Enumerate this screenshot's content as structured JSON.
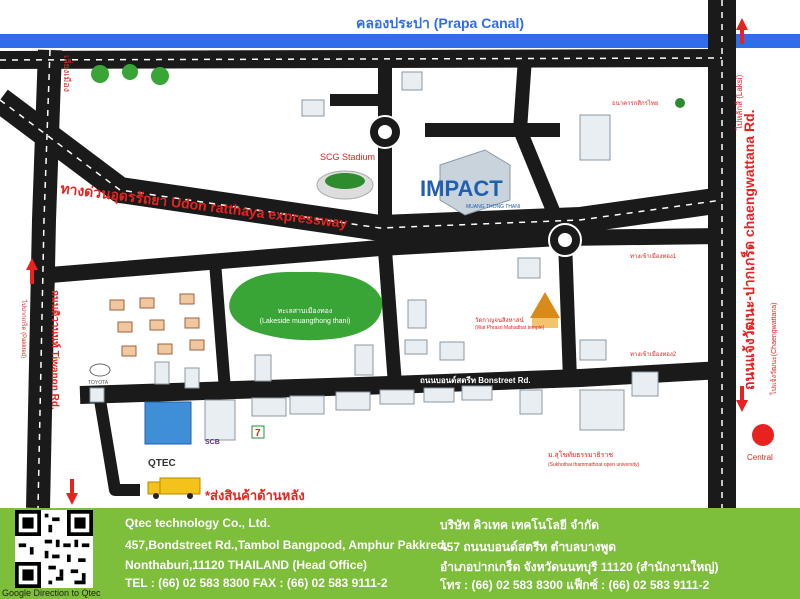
{
  "map": {
    "canal_label": "คลองประปา (Prapa Canal)",
    "expressway_label": "ทางด่วนอุดรรัถยา Udon ratthaya expressway",
    "stadium_label": "SCG Stadium",
    "impact_logo": "IMPACT",
    "impact_sub": "MUANG THONG THANI",
    "lake_label_th": "ทะเลสาบเมืองทอง",
    "lake_label_en": "(Lakeside muangthong thani)",
    "bonstreet_label": "ถนนบอนด์สตรีท Bonstreet Rd.",
    "chaengwattana_label": "ถนนแจ้งวัฒนะ-ปากเกร็ด chaengwattana Rd.",
    "tiwanon_label": "ถนนติวานนท์ Tiwanon Rd.",
    "left_road_label": "เลี่ยงเมือง",
    "to_laksi_label": "ไปหลักสี่ (Laksi)",
    "to_chaengwattana_label": "ไปแจ้งวัฒนะ(Chaengwattana)",
    "left_side_label": "ไปปากเกร็ด (Pakkred)",
    "bank_label": "ธนาคารกสิกรไทย",
    "temple_label_th": "วัดกาญจนสิงหาสน์",
    "temple_label_en": "(Wat Phrasri Mahadhat temple)",
    "hospital1_label": "ทางเข้าเมืองทอง1",
    "hospital2_label": "ทางเข้าเมืองทอง2",
    "university_label_th": "ม.สุโขทัยธรรมาธิราช",
    "university_label_en": "(Sukhothai thammathirat open university)",
    "central_label": "Central",
    "toyota_label": "TOYOTA",
    "qtec_label": "QTEC",
    "scb_label": "SCB",
    "delivery_label": "*ส่งสินค้าด้านหลัง",
    "seven_label": "7",
    "colors": {
      "road": "#1a1a1a",
      "canal": "#2f6ee8",
      "lake": "#3aa537",
      "red": "#e8231f",
      "footer": "#7dbe3a"
    }
  },
  "footer": {
    "company_en": "Qtec technology Co., Ltd.",
    "address_en_1": "457,Bondstreet Rd.,Tambol Bangpood, Amphur Pakkred,",
    "address_en_2": "Nonthaburi,11120 THAILAND (Head Office)",
    "tel_en": "TEL : (66) 02 583 8300 FAX : (66) 02 583 9111-2",
    "company_th": "บริษัท คิวเทค เทคโนโลยี จำกัด",
    "address_th_1": "457 ถนนบอนด์สตรีท ตำบลบางพูด",
    "address_th_2": "อำเภอปากเกร็ด จังหวัดนนทบุรี 11120  (สำนักงานใหญ่)",
    "tel_th": "โทร : (66) 02 583 8300 แฟ็กซ์ : (66) 02 583 9111-2",
    "qr_caption": "Google Direction to Qtec"
  }
}
